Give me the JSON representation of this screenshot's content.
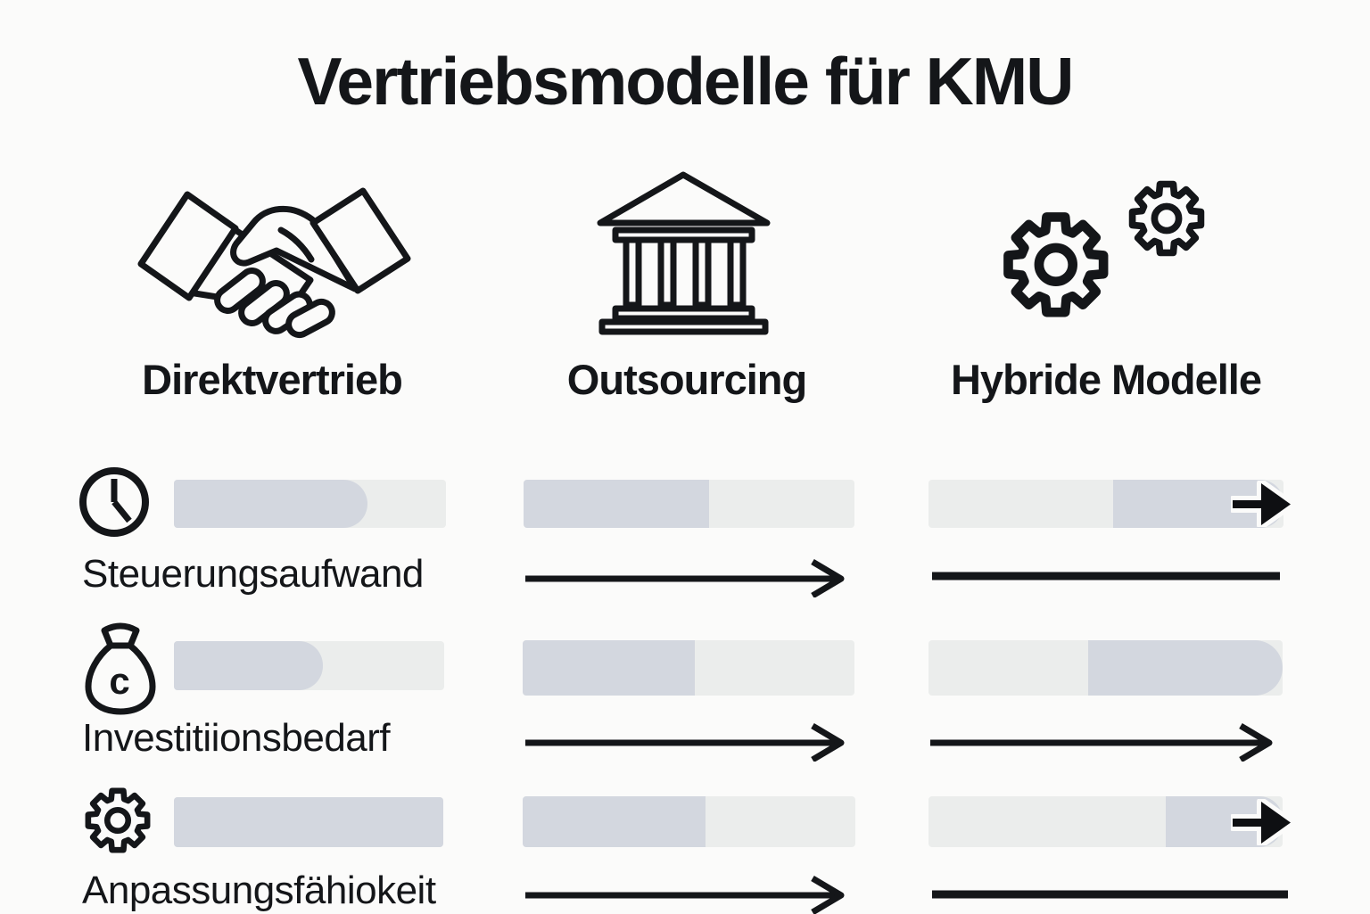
{
  "title": "Vertriebsmodelle für KMU",
  "columns": [
    {
      "label": "Direktvertrieb",
      "icon": "handshake-icon"
    },
    {
      "label": "Outsourcing",
      "icon": "bank-icon"
    },
    {
      "label": "Hybride Modelle",
      "icon": "gears-icon"
    }
  ],
  "metrics": [
    {
      "label": "Steuerungsaufwand",
      "icon": "clock-icon",
      "bars": [
        {
          "column": "Direktvertrieb",
          "fill_pct": 71,
          "fill_side": "left",
          "trend_arrow_below": "none",
          "end_arrow_in_bar": false
        },
        {
          "column": "Outsourcing",
          "fill_pct": 56,
          "fill_side": "left",
          "trend_arrow_below": "arrowhead",
          "end_arrow_in_bar": false
        },
        {
          "column": "Hybride Modelle",
          "fill_pct": 48,
          "fill_side": "right",
          "trend_arrow_below": "plain-line",
          "end_arrow_in_bar": true
        }
      ]
    },
    {
      "label": "Investitiionsbedarf",
      "icon": "money-bag-icon",
      "bars": [
        {
          "column": "Direktvertrieb",
          "fill_pct": 55,
          "fill_side": "left",
          "trend_arrow_below": "none",
          "end_arrow_in_bar": false
        },
        {
          "column": "Outsourcing",
          "fill_pct": 52,
          "fill_side": "left",
          "trend_arrow_below": "arrowhead",
          "end_arrow_in_bar": false
        },
        {
          "column": "Hybride Modelle",
          "fill_pct": 55,
          "fill_side": "right",
          "trend_arrow_below": "arrowhead",
          "end_arrow_in_bar": false
        }
      ]
    },
    {
      "label": "Anpassungsfähiokeit",
      "icon": "gear-icon",
      "bars": [
        {
          "column": "Direktvertrieb",
          "fill_pct": 100,
          "fill_side": "left",
          "trend_arrow_below": "none",
          "end_arrow_in_bar": false
        },
        {
          "column": "Outsourcing",
          "fill_pct": 55,
          "fill_side": "left",
          "trend_arrow_below": "arrowhead",
          "end_arrow_in_bar": false
        },
        {
          "column": "Hybride Modelle",
          "fill_pct": 33,
          "fill_side": "right",
          "trend_arrow_below": "plain-line",
          "end_arrow_in_bar": true
        }
      ]
    }
  ],
  "colors": {
    "background": "#fbfbfa",
    "ink": "#141619",
    "bar_track": "#ebedec",
    "bar_fill": "#d3d7df"
  }
}
